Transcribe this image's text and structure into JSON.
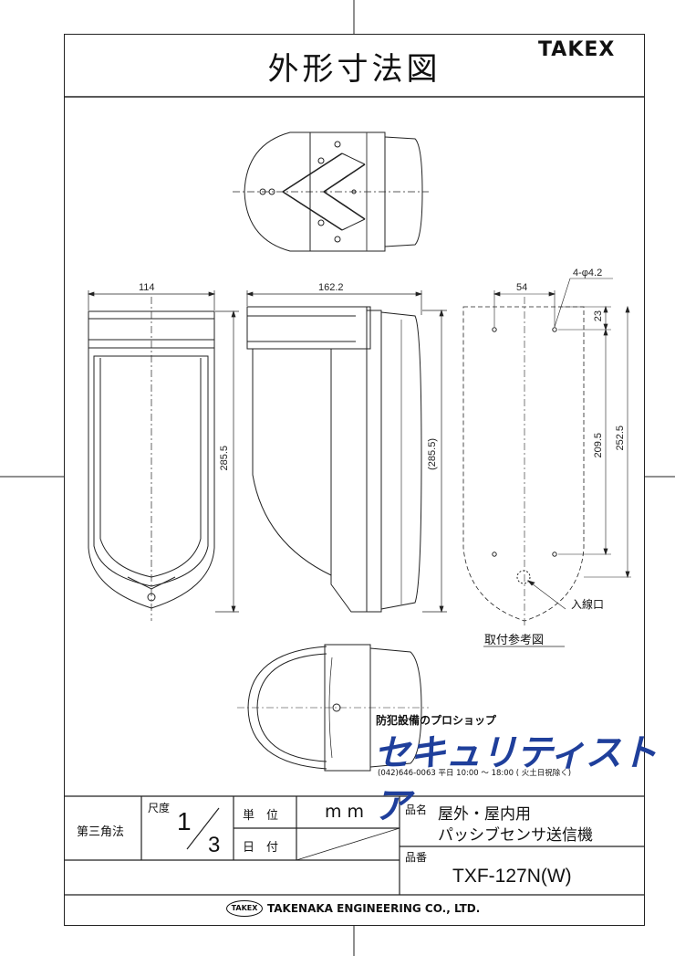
{
  "title": "外形寸法図",
  "brand": "TAKEX",
  "dimensions": {
    "front_width": "114",
    "side_depth": "162.2",
    "front_height": "285.5",
    "side_height": "(285.5)",
    "mount_spacing": "54",
    "hole_spec": "4-φ4.2",
    "top_offset": "23",
    "hole_vertical": "209.5",
    "mount_height": "252.5",
    "cable_inlet": "入線口",
    "mount_ref": "取付参考図"
  },
  "shop": {
    "tagline": "防犯設備のプロショップ",
    "name": "セキュリティストア",
    "contact": "(042)646-0063 平日 10:00 ～ 18:00 ( 火土日祝除く)"
  },
  "title_block": {
    "projection": "第三角法",
    "scale_label": "尺度",
    "scale_num": "1",
    "scale_den": "3",
    "unit_label": "単　位",
    "unit_value": "m m",
    "date_label": "日　付",
    "product_name_label": "品名",
    "product_name_line1": "屋外・屋内用",
    "product_name_line2": "パッシブセンサ送信機",
    "product_no_label": "品番",
    "product_no": "TXF-127N(W)",
    "company_logo": "TAKEX",
    "company": "TAKENAKA ENGINEERING CO., LTD."
  }
}
